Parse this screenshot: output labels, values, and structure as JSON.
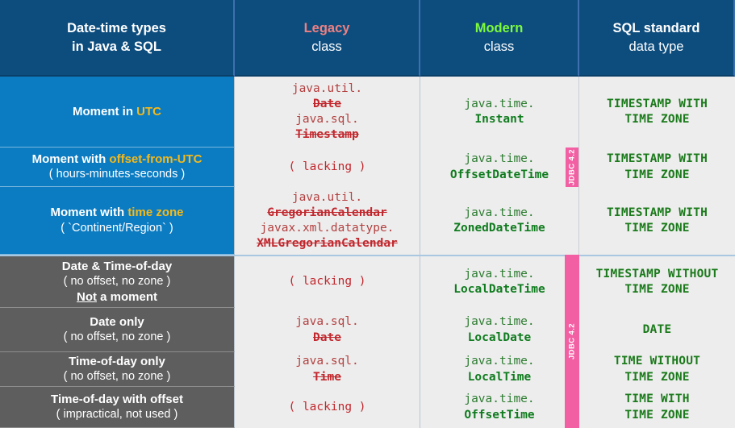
{
  "title": "Date-time types in Java & SQL",
  "colors": {
    "header_bg": "#0d4d7e",
    "row_blue_bg": "#0c7cc2",
    "row_gray_bg": "#5e5e5e",
    "code_bg": "#ededed",
    "legacy_accent": "#f08080",
    "modern_accent": "#7dfa3c",
    "highlight_yellow": "#f5b919",
    "legacy_code": "#c1272d",
    "modern_code": "#0f7b1e",
    "sql_code": "#1b7a1b",
    "jdbc_badge": "#f25fa2"
  },
  "header": {
    "col1_line1": "Date-time types",
    "col1_line2": "in Java & SQL",
    "col2_line1": "Legacy",
    "col2_line2": "class",
    "col3_line1": "Modern",
    "col3_line2": "class",
    "col4_line1": "SQL standard",
    "col4_line2": "data type"
  },
  "badges": [
    {
      "label": "JDBC 4.2",
      "group": "moment-offset"
    },
    {
      "label": "JDBC 4.2",
      "group": "not-a-moment"
    }
  ],
  "rows": [
    {
      "group": "moment",
      "label": {
        "line1_pre": "Moment in ",
        "line1_hl": "UTC",
        "line2": "",
        "line3": ""
      },
      "legacy": [
        {
          "pkg": "java.util.",
          "cls": "Date"
        },
        {
          "pkg": "java.sql.",
          "cls": "Timestamp"
        }
      ],
      "modern": [
        {
          "pkg": "java.time.",
          "cls": "Instant"
        }
      ],
      "sql": [
        "TIMESTAMP WITH",
        "TIME ZONE"
      ]
    },
    {
      "group": "moment",
      "label": {
        "line1_pre": "Moment with ",
        "line1_hl": "offset-from-UTC",
        "line2": "( hours-minutes-seconds )",
        "line3": ""
      },
      "legacy": [
        {
          "lacking": "( lacking )"
        }
      ],
      "modern": [
        {
          "pkg": "java.time.",
          "cls": "OffsetDateTime"
        }
      ],
      "sql": [
        "TIMESTAMP WITH",
        "TIME ZONE"
      ]
    },
    {
      "group": "moment",
      "label": {
        "line1_pre": "Moment with ",
        "line1_hl": "time zone",
        "line2": "( `Continent/Region` )",
        "line3": ""
      },
      "legacy": [
        {
          "pkg": "java.util.",
          "cls": "GregorianCalendar"
        },
        {
          "pkg": "javax.xml.datatype.",
          "cls": "XMLGregorianCalendar"
        }
      ],
      "modern": [
        {
          "pkg": "java.time.",
          "cls": "ZonedDateTime"
        }
      ],
      "sql": [
        "TIMESTAMP WITH",
        "TIME ZONE"
      ]
    },
    {
      "group": "not-a-moment",
      "label": {
        "line1_pre": "Date & Time-of-day",
        "line1_hl": "",
        "line2": "( no offset, no zone )",
        "line3_u": "Not",
        "line3_rest": " a moment"
      },
      "legacy": [
        {
          "lacking": "( lacking )"
        }
      ],
      "modern": [
        {
          "pkg": "java.time.",
          "cls": "LocalDateTime"
        }
      ],
      "sql": [
        "TIMESTAMP WITHOUT",
        "TIME ZONE"
      ]
    },
    {
      "group": "not-a-moment",
      "label": {
        "line1_pre": "Date only",
        "line1_hl": "",
        "line2": "( no offset, no zone )",
        "line3": ""
      },
      "legacy": [
        {
          "pkg": "java.sql.",
          "cls": "Date"
        }
      ],
      "modern": [
        {
          "pkg": "java.time.",
          "cls": "LocalDate"
        }
      ],
      "sql": [
        "DATE"
      ]
    },
    {
      "group": "not-a-moment",
      "label": {
        "line1_pre": "Time-of-day only",
        "line1_hl": "",
        "line2": "( no offset, no zone )",
        "line3": ""
      },
      "legacy": [
        {
          "pkg": "java.sql.",
          "cls": "Time"
        }
      ],
      "modern": [
        {
          "pkg": "java.time.",
          "cls": "LocalTime"
        }
      ],
      "sql": [
        "TIME WITHOUT",
        "TIME ZONE"
      ]
    },
    {
      "group": "not-a-moment",
      "label": {
        "line1_pre": "Time-of-day with offset",
        "line1_hl": "",
        "line2": "( impractical, not used )",
        "line3": ""
      },
      "legacy": [
        {
          "lacking": "( lacking )"
        }
      ],
      "modern": [
        {
          "pkg": "java.time.",
          "cls": "OffsetTime"
        }
      ],
      "sql": [
        "TIME WITH",
        "TIME ZONE"
      ]
    }
  ]
}
